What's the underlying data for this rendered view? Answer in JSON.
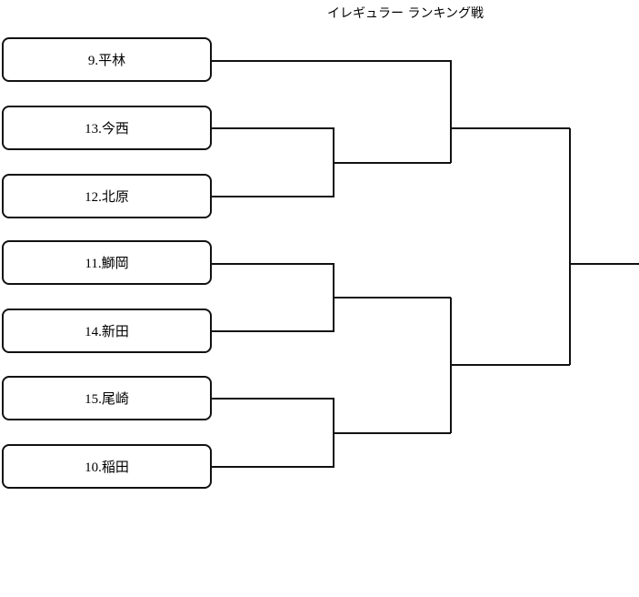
{
  "title": "イレギュラー ランキング戦",
  "entries": [
    "9.平林",
    "13.今西",
    "12.北原",
    "11.鰤岡",
    "14.新田",
    "15.尾崎",
    "10.稲田"
  ]
}
